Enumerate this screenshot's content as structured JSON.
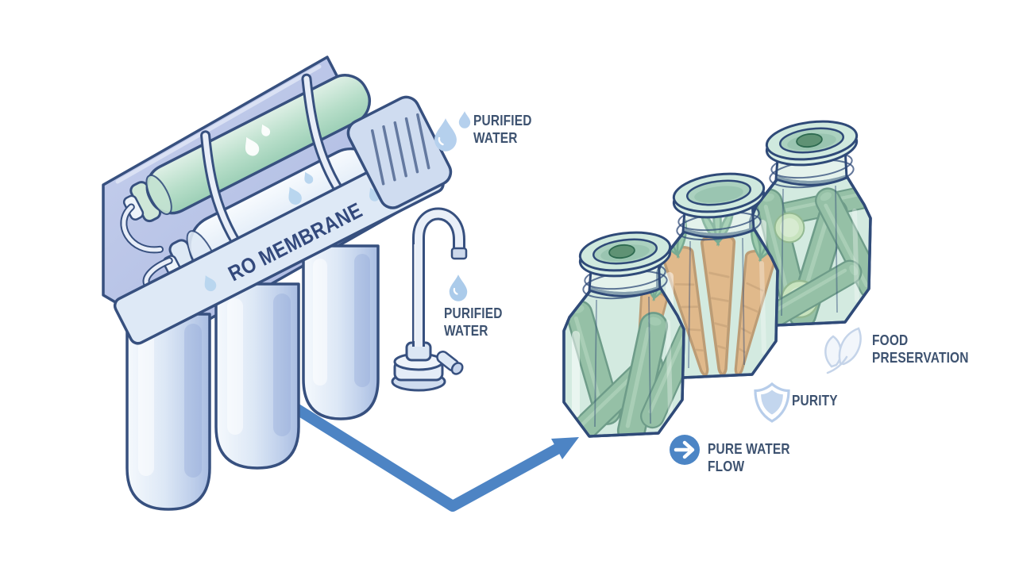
{
  "scene": {
    "background": "#ffffff",
    "outline_color": "#37507f",
    "accent_blue": "#4c85c5",
    "text_color": "#3d5270",
    "membrane_green": "#b7dec9",
    "glass_green": "#d6ece2",
    "carrot_orange": "#eb9a54"
  },
  "filter_unit": {
    "membrane_label": "RO MEMBRANE",
    "cartridge_count": 3
  },
  "labels": {
    "purified_water_top": {
      "line1": "PURIFIED",
      "line2": "WATER"
    },
    "purified_water_faucet": {
      "line1": "PURIFIED",
      "line2": "WATER"
    },
    "pure_water_flow": {
      "line1": "PURE WATER",
      "line2": "FLOW"
    },
    "purity": {
      "text": "PURITY"
    },
    "food_preservation": {
      "line1": "FOOD",
      "line2": "PRESERVATION"
    }
  },
  "jars": [
    {
      "id": "front-jar",
      "contents": "cucumbers-and-carrot"
    },
    {
      "id": "middle-jar",
      "contents": "carrots"
    },
    {
      "id": "back-jar",
      "contents": "cucumbers-and-slices"
    }
  ],
  "icons": [
    "water-drops-icon",
    "water-drop-icon",
    "flow-arrow-icon",
    "shield-icon",
    "leaf-icon"
  ]
}
